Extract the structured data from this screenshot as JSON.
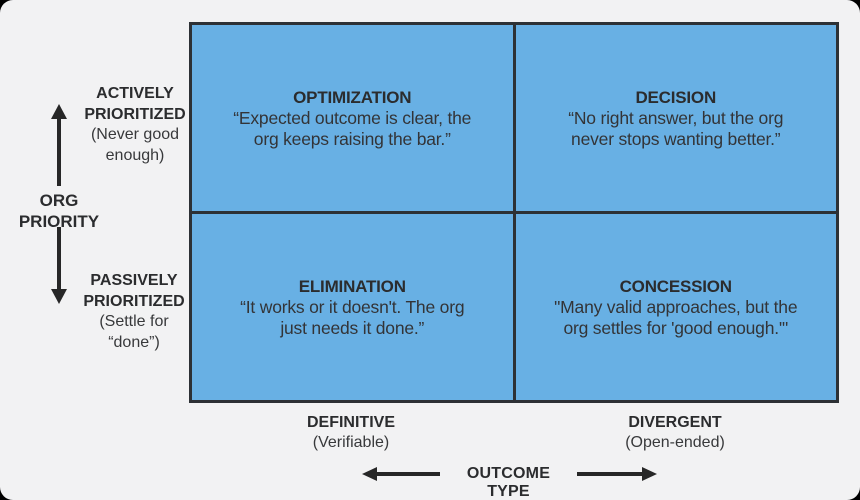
{
  "diagram": {
    "type": "2x2-matrix",
    "colors": {
      "background": "#f2f2f3",
      "quadrant_fill": "#68b0e4",
      "grid_line": "#2d3135",
      "text": "#2e2f31",
      "arrow": "#272727"
    }
  },
  "y_axis": {
    "title": "ORG PRIORITY",
    "top_label": "ACTIVELY PRIORITIZED",
    "top_sublabel": "(Never good enough)",
    "bottom_label": "PASSIVELY PRIORITIZED",
    "bottom_sublabel": "(Settle for “done”)"
  },
  "x_axis": {
    "title": "OUTCOME TYPE",
    "left_label": "DEFINITIVE",
    "left_sublabel": "(Verifiable)",
    "right_label": "DIVERGENT",
    "right_sublabel": "(Open-ended)"
  },
  "quadrants": {
    "top_left": {
      "title": "OPTIMIZATION",
      "quote_line1": "“Expected outcome is clear, the",
      "quote_line2": "org keeps raising the bar.”"
    },
    "top_right": {
      "title": "DECISION",
      "quote_line1": "“No right answer, but the org",
      "quote_line2": "never stops wanting better.”"
    },
    "bottom_left": {
      "title": "ELIMINATION",
      "quote_line1": "“It works or it doesn't. The org",
      "quote_line2": "just needs it done.”"
    },
    "bottom_right": {
      "title": "CONCESSION",
      "quote_line1": "\"Many valid approaches, but the",
      "quote_line2": "org settles for 'good enough.'\""
    }
  }
}
